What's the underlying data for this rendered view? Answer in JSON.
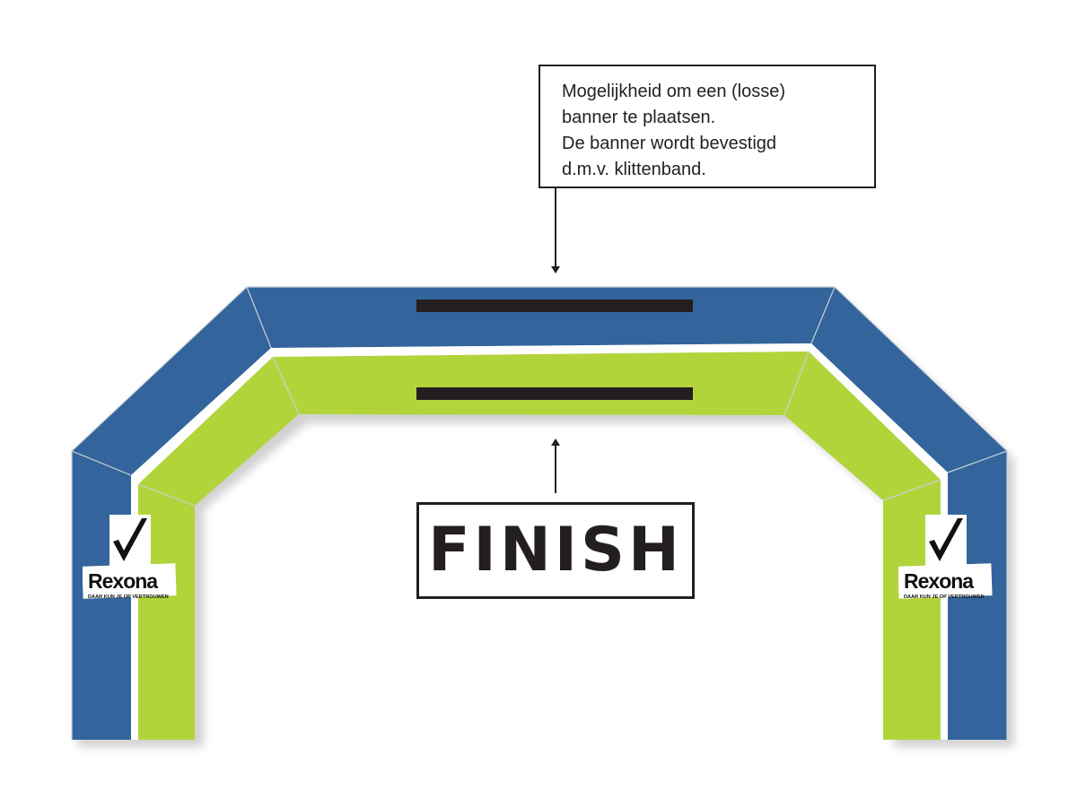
{
  "note": {
    "lines": [
      "Mogelijkheid om een (losse)",
      "banner te plaatsen.",
      "De banner wordt bevestigd",
      "d.m.v. klittenband."
    ]
  },
  "finish_label": "FINISH",
  "logo": {
    "brand": "Rexona",
    "tagline": "DAAR KUN JE OP VERTROUWEN"
  },
  "colors": {
    "arch_blue": "#33659c",
    "arch_green": "#b2d43b",
    "banner_strip": "#231f20",
    "outline": "#231f20"
  }
}
